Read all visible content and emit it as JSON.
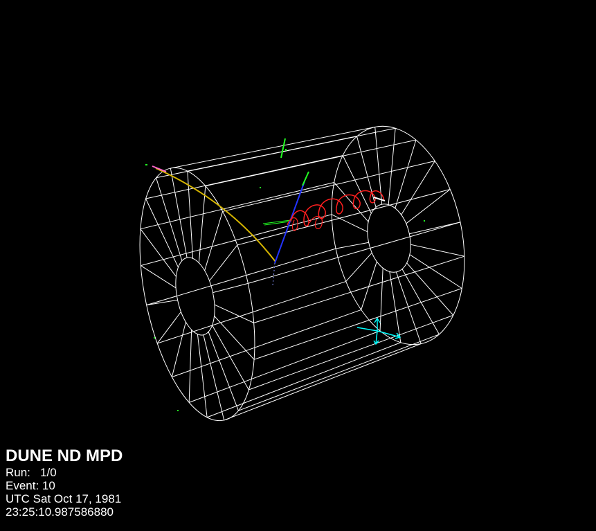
{
  "overlay": {
    "title": "DUNE ND MPD",
    "run": "Run:   1/0",
    "event": "Event: 10",
    "date": "UTC Sat Oct 17, 1981",
    "time": "23:25:10.987586880"
  },
  "colors": {
    "background": "#000000",
    "detector_wireframe": "#ffffff",
    "axis_gizmo": "#00ffff",
    "muon_track": "#d4b400",
    "proton_track": "#2233ff",
    "electron_spirals": "#ff1f1f",
    "photon_hits": "#22ff22",
    "pion_track": "#ff66cc"
  },
  "icons": [
    "axis-gizmo-icon"
  ]
}
